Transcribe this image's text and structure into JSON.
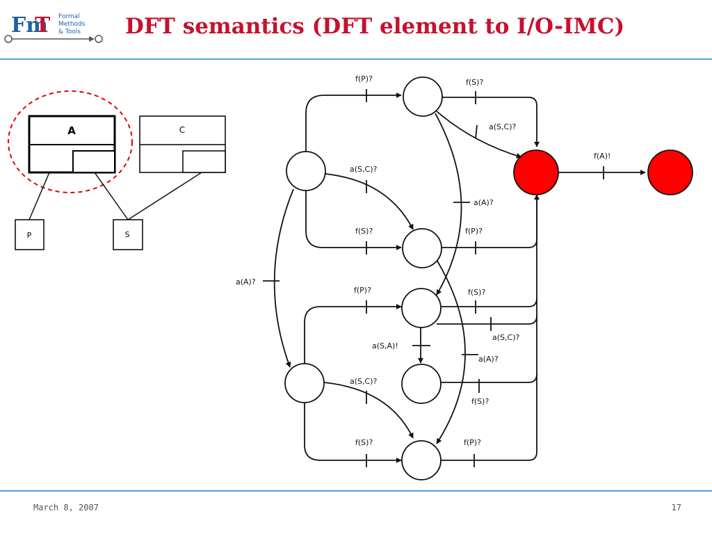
{
  "logo": {
    "letters": "Fm",
    "accent_letter": "T",
    "line1": "Formal",
    "line2": "Methods",
    "line3": "& Tools",
    "colors": {
      "blue": "#1f5fa8",
      "red": "#c8102e"
    }
  },
  "title": "DFT semantics (DFT element to I/O-IMC)",
  "dft": {
    "gate_a": "A",
    "gate_c": "C",
    "event_p": "P",
    "event_s": "S"
  },
  "imc": {
    "labels": {
      "top_fp": "f(P)?",
      "top_fs": "f(S)?",
      "top_asc": "a(S,C)?",
      "fa": "f(A)!",
      "mid_asc": "a(S,C)?",
      "mid_aa": "a(A)?",
      "left_aa": "a(A)?",
      "row2_fs": "f(S)?",
      "row2_fp": "f(P)?",
      "row3_fp": "f(P)?",
      "row3_fs": "f(S)?",
      "row3_asc": "a(S,C)?",
      "row3_asa": "a(S,A)!",
      "row3_aa": "a(A)?",
      "row4_fs": "f(S)?",
      "bot_asc": "a(S,C)?",
      "bot_fs": "f(S)?",
      "bot_fp": "f(P)?"
    },
    "colors": {
      "failed_state": "#ff0000"
    }
  },
  "footer": {
    "date": "March 8, 2007",
    "page": "17"
  }
}
